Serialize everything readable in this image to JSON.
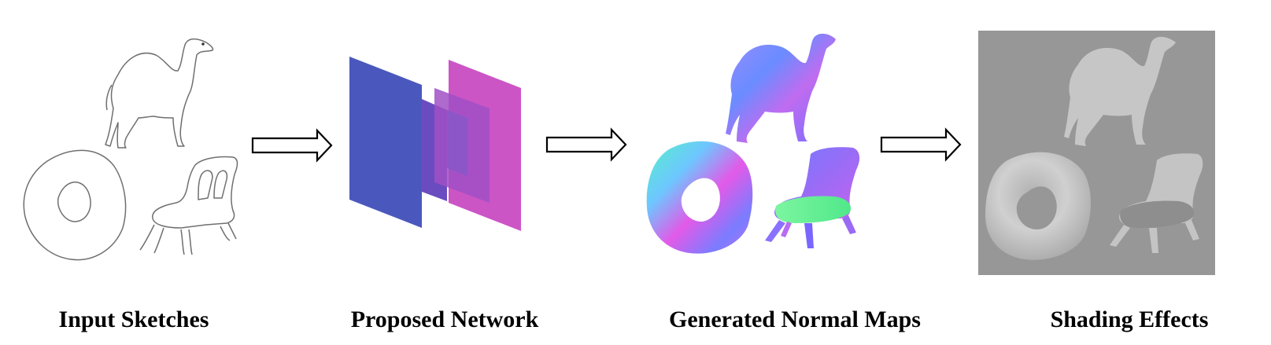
{
  "stages": [
    {
      "label": "Input Sketches"
    },
    {
      "label": "Proposed Network"
    },
    {
      "label": "Generated Normal Maps"
    },
    {
      "label": "Shading Effects"
    }
  ],
  "objects": [
    "camel",
    "torus",
    "chair"
  ],
  "colors": {
    "sketch_line": "#6f6f6f",
    "network_blue": "#4a58bd",
    "network_purple": "#6a4cc0",
    "network_magenta": "#cc55c6",
    "normal_blue": "#5e72ff",
    "normal_magenta": "#d455e8",
    "normal_green": "#5cf08d",
    "shading_bg": "#979797",
    "shading_obj": "#c9c9c9",
    "arrow": "#000000"
  },
  "icons": [
    "arrow-right-icon",
    "arrow-right-icon",
    "arrow-right-icon"
  ]
}
